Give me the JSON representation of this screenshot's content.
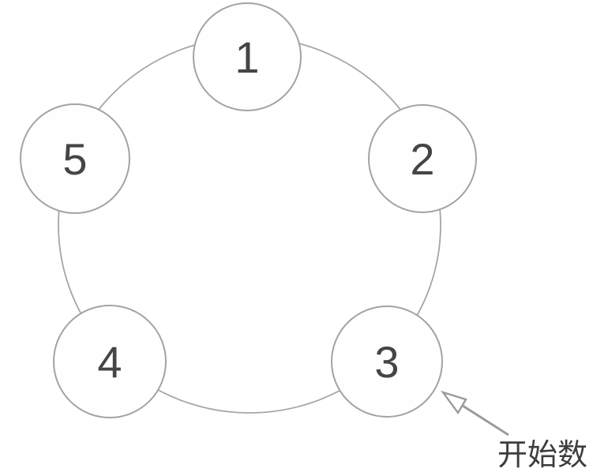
{
  "diagram": {
    "type": "cycle",
    "nodes": [
      {
        "label": "1"
      },
      {
        "label": "2"
      },
      {
        "label": "3"
      },
      {
        "label": "4"
      },
      {
        "label": "5"
      }
    ],
    "annotation": {
      "label": "开始数",
      "points_to_node": "3"
    },
    "colors": {
      "background": "#ffffff",
      "ring_stroke": "#a6a6a6",
      "node_fill": "#fefefe",
      "node_stroke": "#a3a3a3",
      "number_color": "#454545",
      "arrow_color": "#9b9b9b",
      "label_color": "#3d3d3d"
    }
  }
}
